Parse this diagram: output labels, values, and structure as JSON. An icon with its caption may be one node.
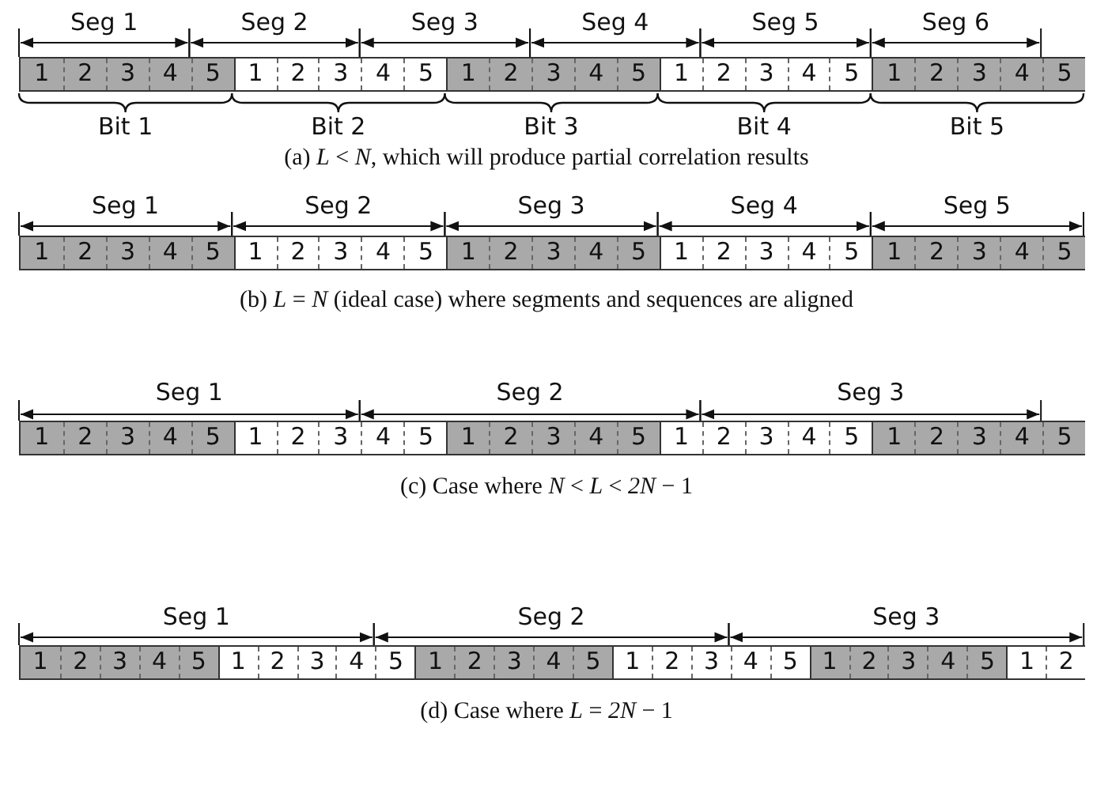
{
  "diagram": {
    "labels": [
      "Seg 1",
      "Seg 2",
      "Seg 3",
      "Seg 4",
      "Seg 5",
      "Seg 6",
      "1",
      "2",
      "3",
      "4",
      "5",
      "1",
      "2",
      "3",
      "4",
      "5",
      "1",
      "2",
      "3",
      "4",
      "5",
      "1",
      "2",
      "3",
      "4",
      "5",
      "1",
      "2",
      "3",
      "4",
      "5",
      "Bit 1",
      "Bit 2",
      "Bit 3",
      "Bit 4",
      "Bit 5",
      "(a) *L* < *N*, which will produce partial correlation results",
      "Seg 1",
      "Seg 2",
      "Seg 3",
      "Seg 4",
      "Seg 5",
      "1",
      "2",
      "3",
      "4",
      "5",
      "1",
      "2",
      "3",
      "4",
      "5",
      "1",
      "2",
      "3",
      "4",
      "5",
      "1",
      "2",
      "3",
      "4",
      "5",
      "1",
      "2",
      "3",
      "4",
      "5",
      "(b) *L* = *N* (ideal case) where segments and sequences are aligned",
      "Seg 1",
      "Seg 2",
      "Seg 3",
      "1",
      "2",
      "3",
      "4",
      "5",
      "1",
      "2",
      "3",
      "4",
      "5",
      "1",
      "2",
      "3",
      "4",
      "5",
      "1",
      "2",
      "3",
      "4",
      "5",
      "1",
      "2",
      "3",
      "4",
      "5",
      "(c) Case where *N* < *L* < *2N* − 1",
      "Seg 1",
      "Seg 2",
      "Seg 3",
      "1",
      "2",
      "3",
      "4",
      "5",
      "1",
      "2",
      "3",
      "4",
      "5",
      "1",
      "2",
      "3",
      "4",
      "5",
      "1",
      "2",
      "3",
      "4",
      "5",
      "1",
      "2",
      "3",
      "4",
      "5",
      "1",
      "2",
      "(d) Case where *L* = *2N* − 1"
    ]
  }
}
